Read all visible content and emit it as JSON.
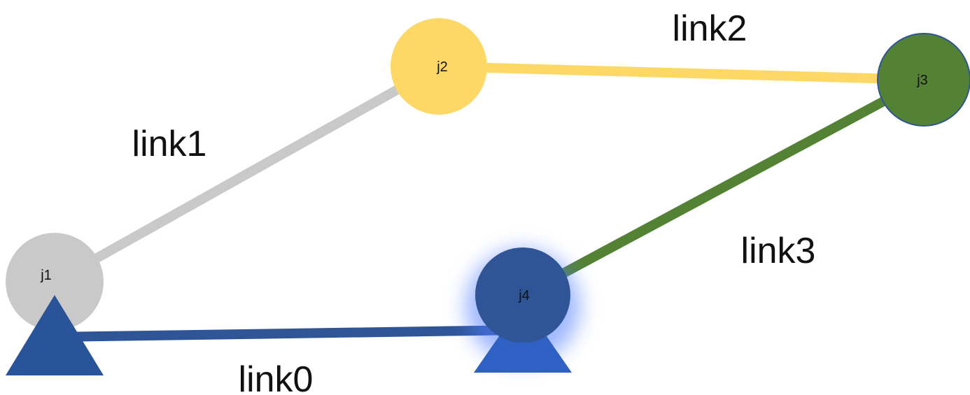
{
  "colors": {
    "gray": "#c9c9c9",
    "yellow": "#fdd867",
    "green": "#548235",
    "blue": "#2f5597",
    "ground_blue": "#2a5499",
    "glow": "#4f7dff"
  },
  "links": [
    {
      "label": "link0"
    },
    {
      "label": "link1"
    },
    {
      "label": "link2"
    },
    {
      "label": "link3"
    }
  ],
  "joints": [
    {
      "label": "j1"
    },
    {
      "label": "j2"
    },
    {
      "label": "j3"
    },
    {
      "label": "j4"
    }
  ]
}
